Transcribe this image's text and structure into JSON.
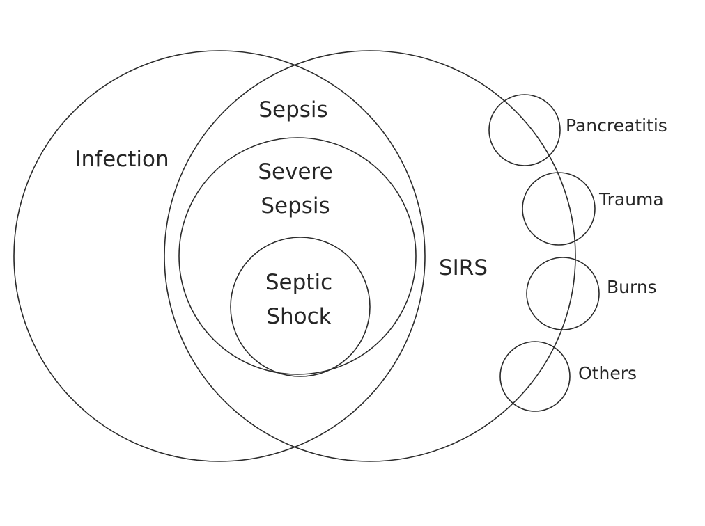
{
  "labels": {
    "infection": "Infection",
    "sepsis": "Sepsis",
    "severe_sepsis_line1": "Severe",
    "severe_sepsis_line2": "Sepsis",
    "septic_shock_line1": "Septic",
    "septic_shock_line2": "Shock",
    "sirs": "SIRS",
    "pancreatitis": "Pancreatitis",
    "trauma": "Trauma",
    "burns": "Burns",
    "others": "Others"
  },
  "colors": {
    "stroke": "#2b2b2b",
    "text": "#262626",
    "background": "#ffffff"
  }
}
